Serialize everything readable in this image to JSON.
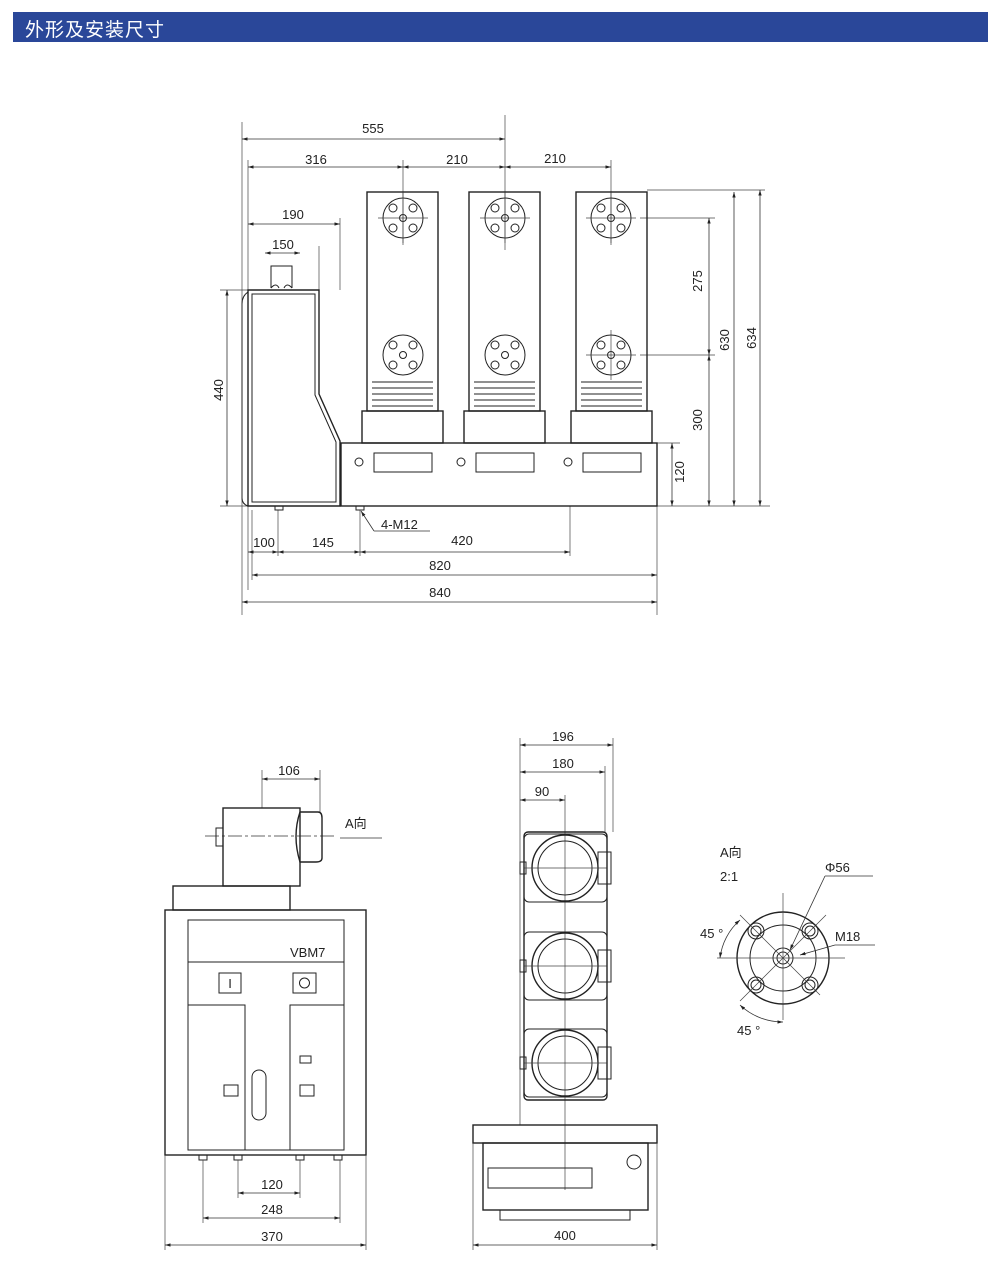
{
  "header": {
    "title": "外形及安装尺寸",
    "color": "#2a4799"
  },
  "top_view": {
    "dims": {
      "d555": "555",
      "d316": "316",
      "d210a": "210",
      "d210b": "210",
      "d190": "190",
      "d150": "150",
      "d440": "440",
      "d275": "275",
      "d630": "630",
      "d634": "634",
      "d300": "300",
      "d120": "120",
      "d100": "100",
      "d145": "145",
      "d420": "420",
      "d820": "820",
      "d840": "840"
    },
    "bolt_label": "4-M12"
  },
  "front_view": {
    "dims": {
      "d106": "106",
      "d120": "120",
      "d248": "248",
      "d370": "370"
    },
    "direction_label": "A向",
    "model": "VBM7",
    "on_button": "I"
  },
  "side_view": {
    "dims": {
      "d196": "196",
      "d180": "180",
      "d90": "90",
      "d400": "400"
    }
  },
  "detail_a": {
    "title": "A向",
    "scale": "2:1",
    "diameter": "Φ56",
    "thread": "M18",
    "angle1": "45 °",
    "angle2": "45 °"
  }
}
